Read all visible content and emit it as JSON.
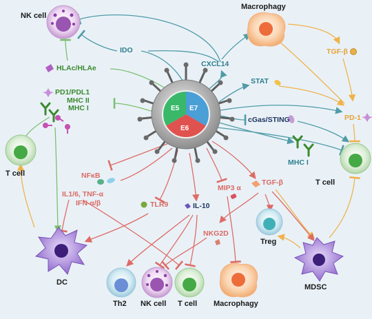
{
  "virus": {
    "segments": [
      "E5",
      "E7",
      "E6"
    ]
  },
  "cells": {
    "nk_top": "NK cell",
    "macrophagy_top": "Macrophagy",
    "t_cell_left": "T cell",
    "t_cell_right": "T cell",
    "dc": "DC",
    "th2": "Th2",
    "nk_bottom": "NK cell",
    "t_cell_bottom": "T cell",
    "macrophagy_bottom": "Macrophagy",
    "treg": "Treg",
    "mdsc": "MDSC"
  },
  "molecules": {
    "ido": "IDO",
    "cxcl14": "CXCL14",
    "hla": "HLAc/HLAe",
    "pd1_pdl1": "PD1/PDL1",
    "mhc2": "MHC II",
    "mhc1_left": "MHC I",
    "stat": "STAT",
    "tgfb_top": "TGF-β",
    "pd1": "PD-1",
    "cgas": "cGas/STING",
    "mhc1_right": "MHC I",
    "nfkb": "NFκB",
    "il16": "IL1/6, TNF-α",
    "ifn": "IFN-α/β",
    "tlr9": "TLR9",
    "il10": "IL-10",
    "mip3": "MIP3 α",
    "tgfb_bottom": "TGF-β",
    "nkg2d": "NKG2D"
  },
  "colors": {
    "teal": "#2f7f8e",
    "green": "#3c8a2e",
    "orange": "#e8a237",
    "red": "#d96b63",
    "navy": "#1f3560",
    "e5": "#39b86a",
    "e7": "#4a9fd6",
    "e6": "#e0524f"
  }
}
